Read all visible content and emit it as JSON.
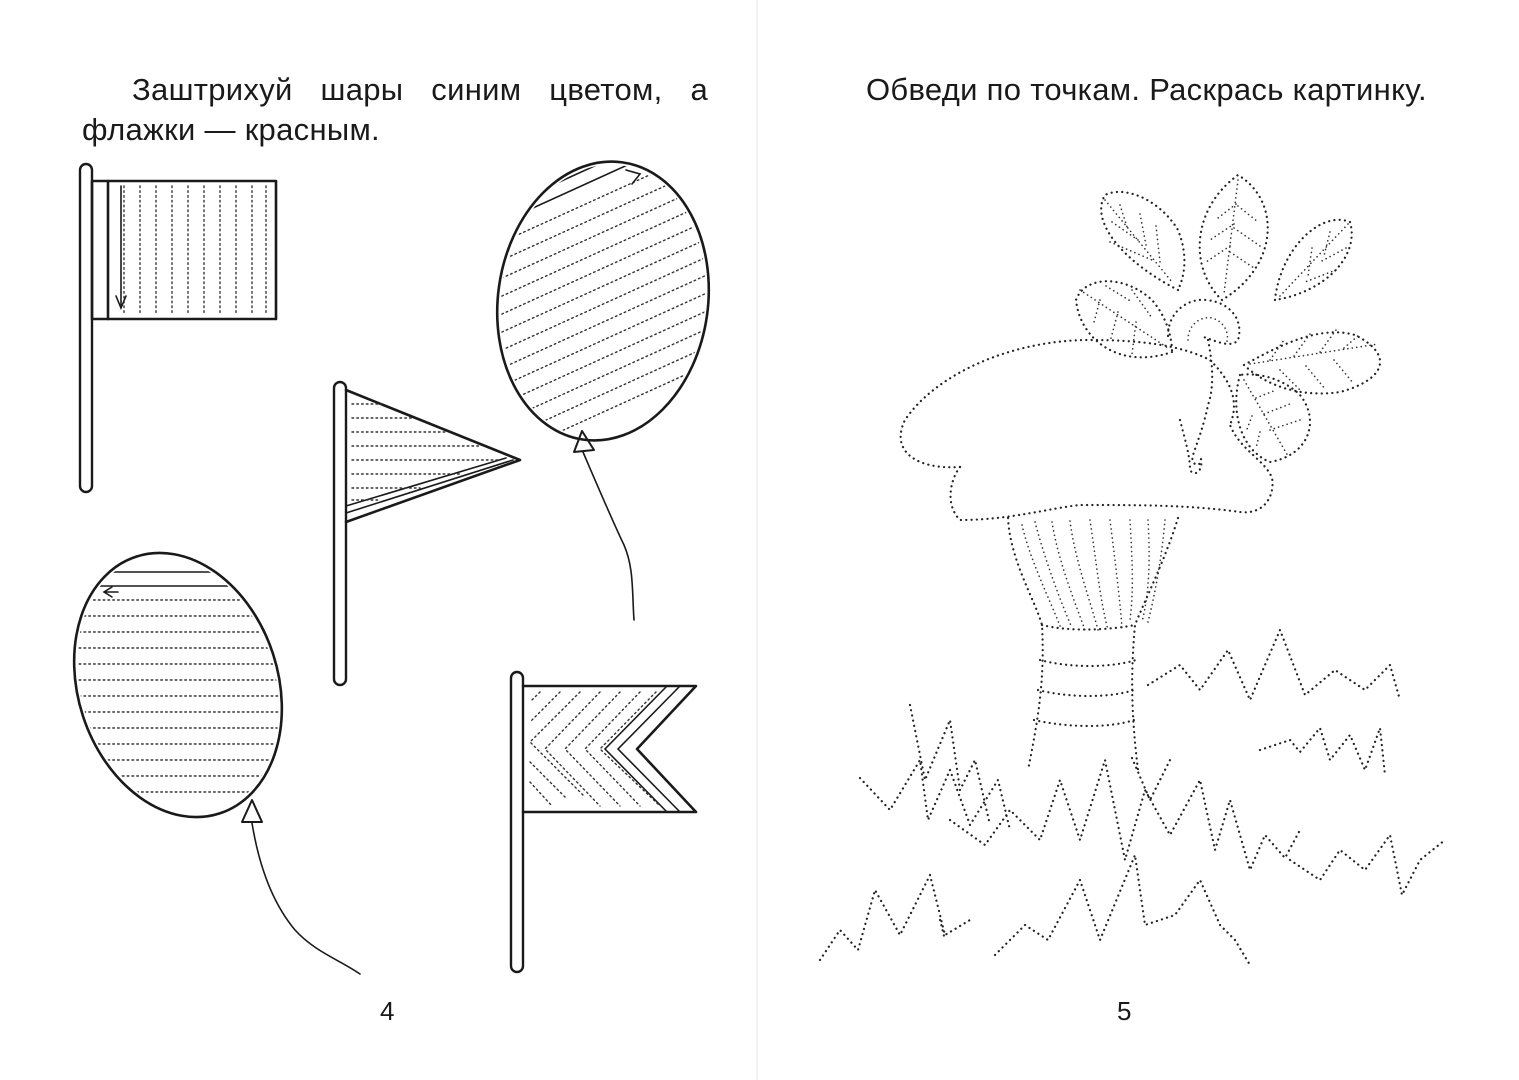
{
  "left_page": {
    "instruction_line1": "Заштрихуй шары синим цветом, а",
    "instruction_line2": "флажки — красным.",
    "page_number": "4"
  },
  "right_page": {
    "instruction": "Обведи по точкам. Раскрась картинку.",
    "page_number": "5"
  }
}
